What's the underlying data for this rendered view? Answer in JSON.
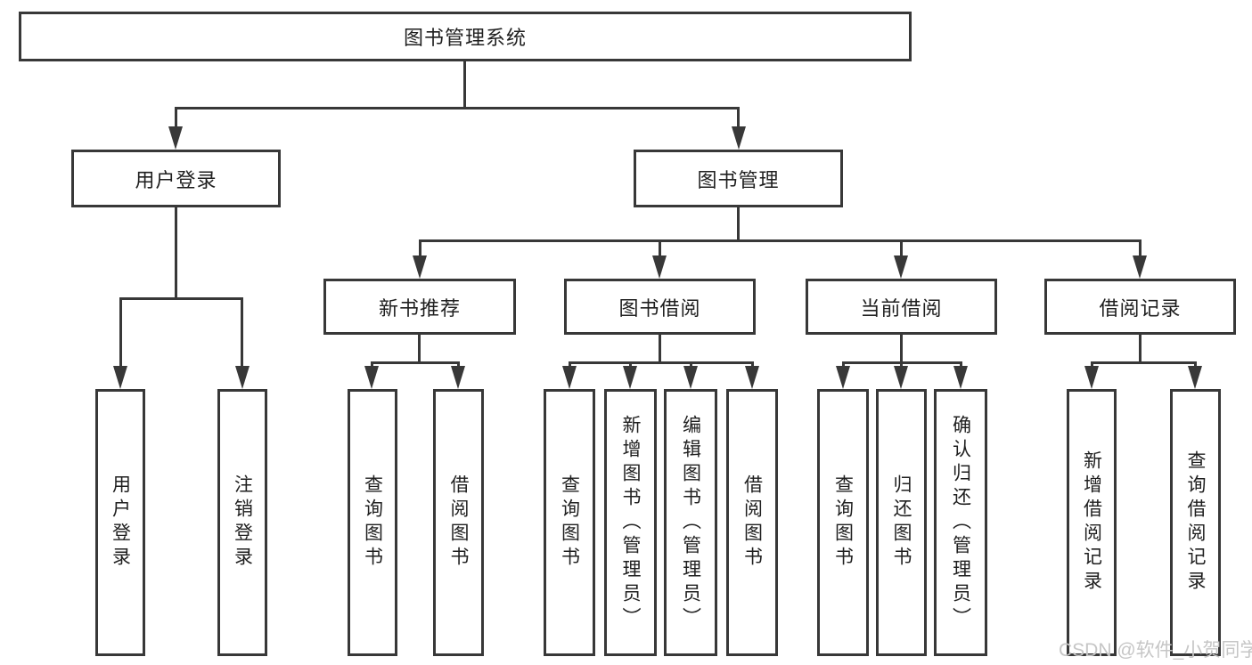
{
  "diagram": {
    "type": "hierarchy-tree",
    "title": "图书管理系统",
    "colors": {
      "line": "#383838",
      "text": "#1f1f1f",
      "watermark": "#c6c6c6",
      "background": "#ffffff"
    },
    "nodes": {
      "root": "图书管理系统",
      "user_login": "用户登录",
      "book_mgmt": "图书管理",
      "new_book_rec": "新书推荐",
      "book_borrow": "图书借阅",
      "current_borrow": "当前借阅",
      "borrow_records": "借阅记录",
      "leaf_user_login": "用户登录",
      "leaf_logout": "注销登录",
      "leaf_query_book_1": "查询图书",
      "leaf_borrow_book_1": "借阅图书",
      "leaf_query_book_2": "查询图书",
      "leaf_add_book": "新增图书（管理员）",
      "leaf_edit_book": "编辑图书（管理员）",
      "leaf_borrow_book_2": "借阅图书",
      "leaf_query_book_3": "查询图书",
      "leaf_return_book": "归还图书",
      "leaf_confirm_return": "确认归还（管理员）",
      "leaf_add_record": "新增借阅记录",
      "leaf_query_record": "查询借阅记录"
    },
    "edges": [
      "图书管理系统→用户登录",
      "图书管理系统→图书管理",
      "用户登录→用户登录",
      "用户登录→注销登录",
      "图书管理→新书推荐",
      "图书管理→图书借阅",
      "图书管理→当前借阅",
      "图书管理→借阅记录",
      "新书推荐→查询图书",
      "新书推荐→借阅图书",
      "图书借阅→查询图书",
      "图书借阅→新增图书（管理员）",
      "图书借阅→编辑图书（管理员）",
      "图书借阅→借阅图书",
      "当前借阅→查询图书",
      "当前借阅→归还图书",
      "当前借阅→确认归还（管理员）",
      "借阅记录→新增借阅记录",
      "借阅记录→查询借阅记录"
    ],
    "watermark": "CSDN @软件_小贺同学"
  }
}
